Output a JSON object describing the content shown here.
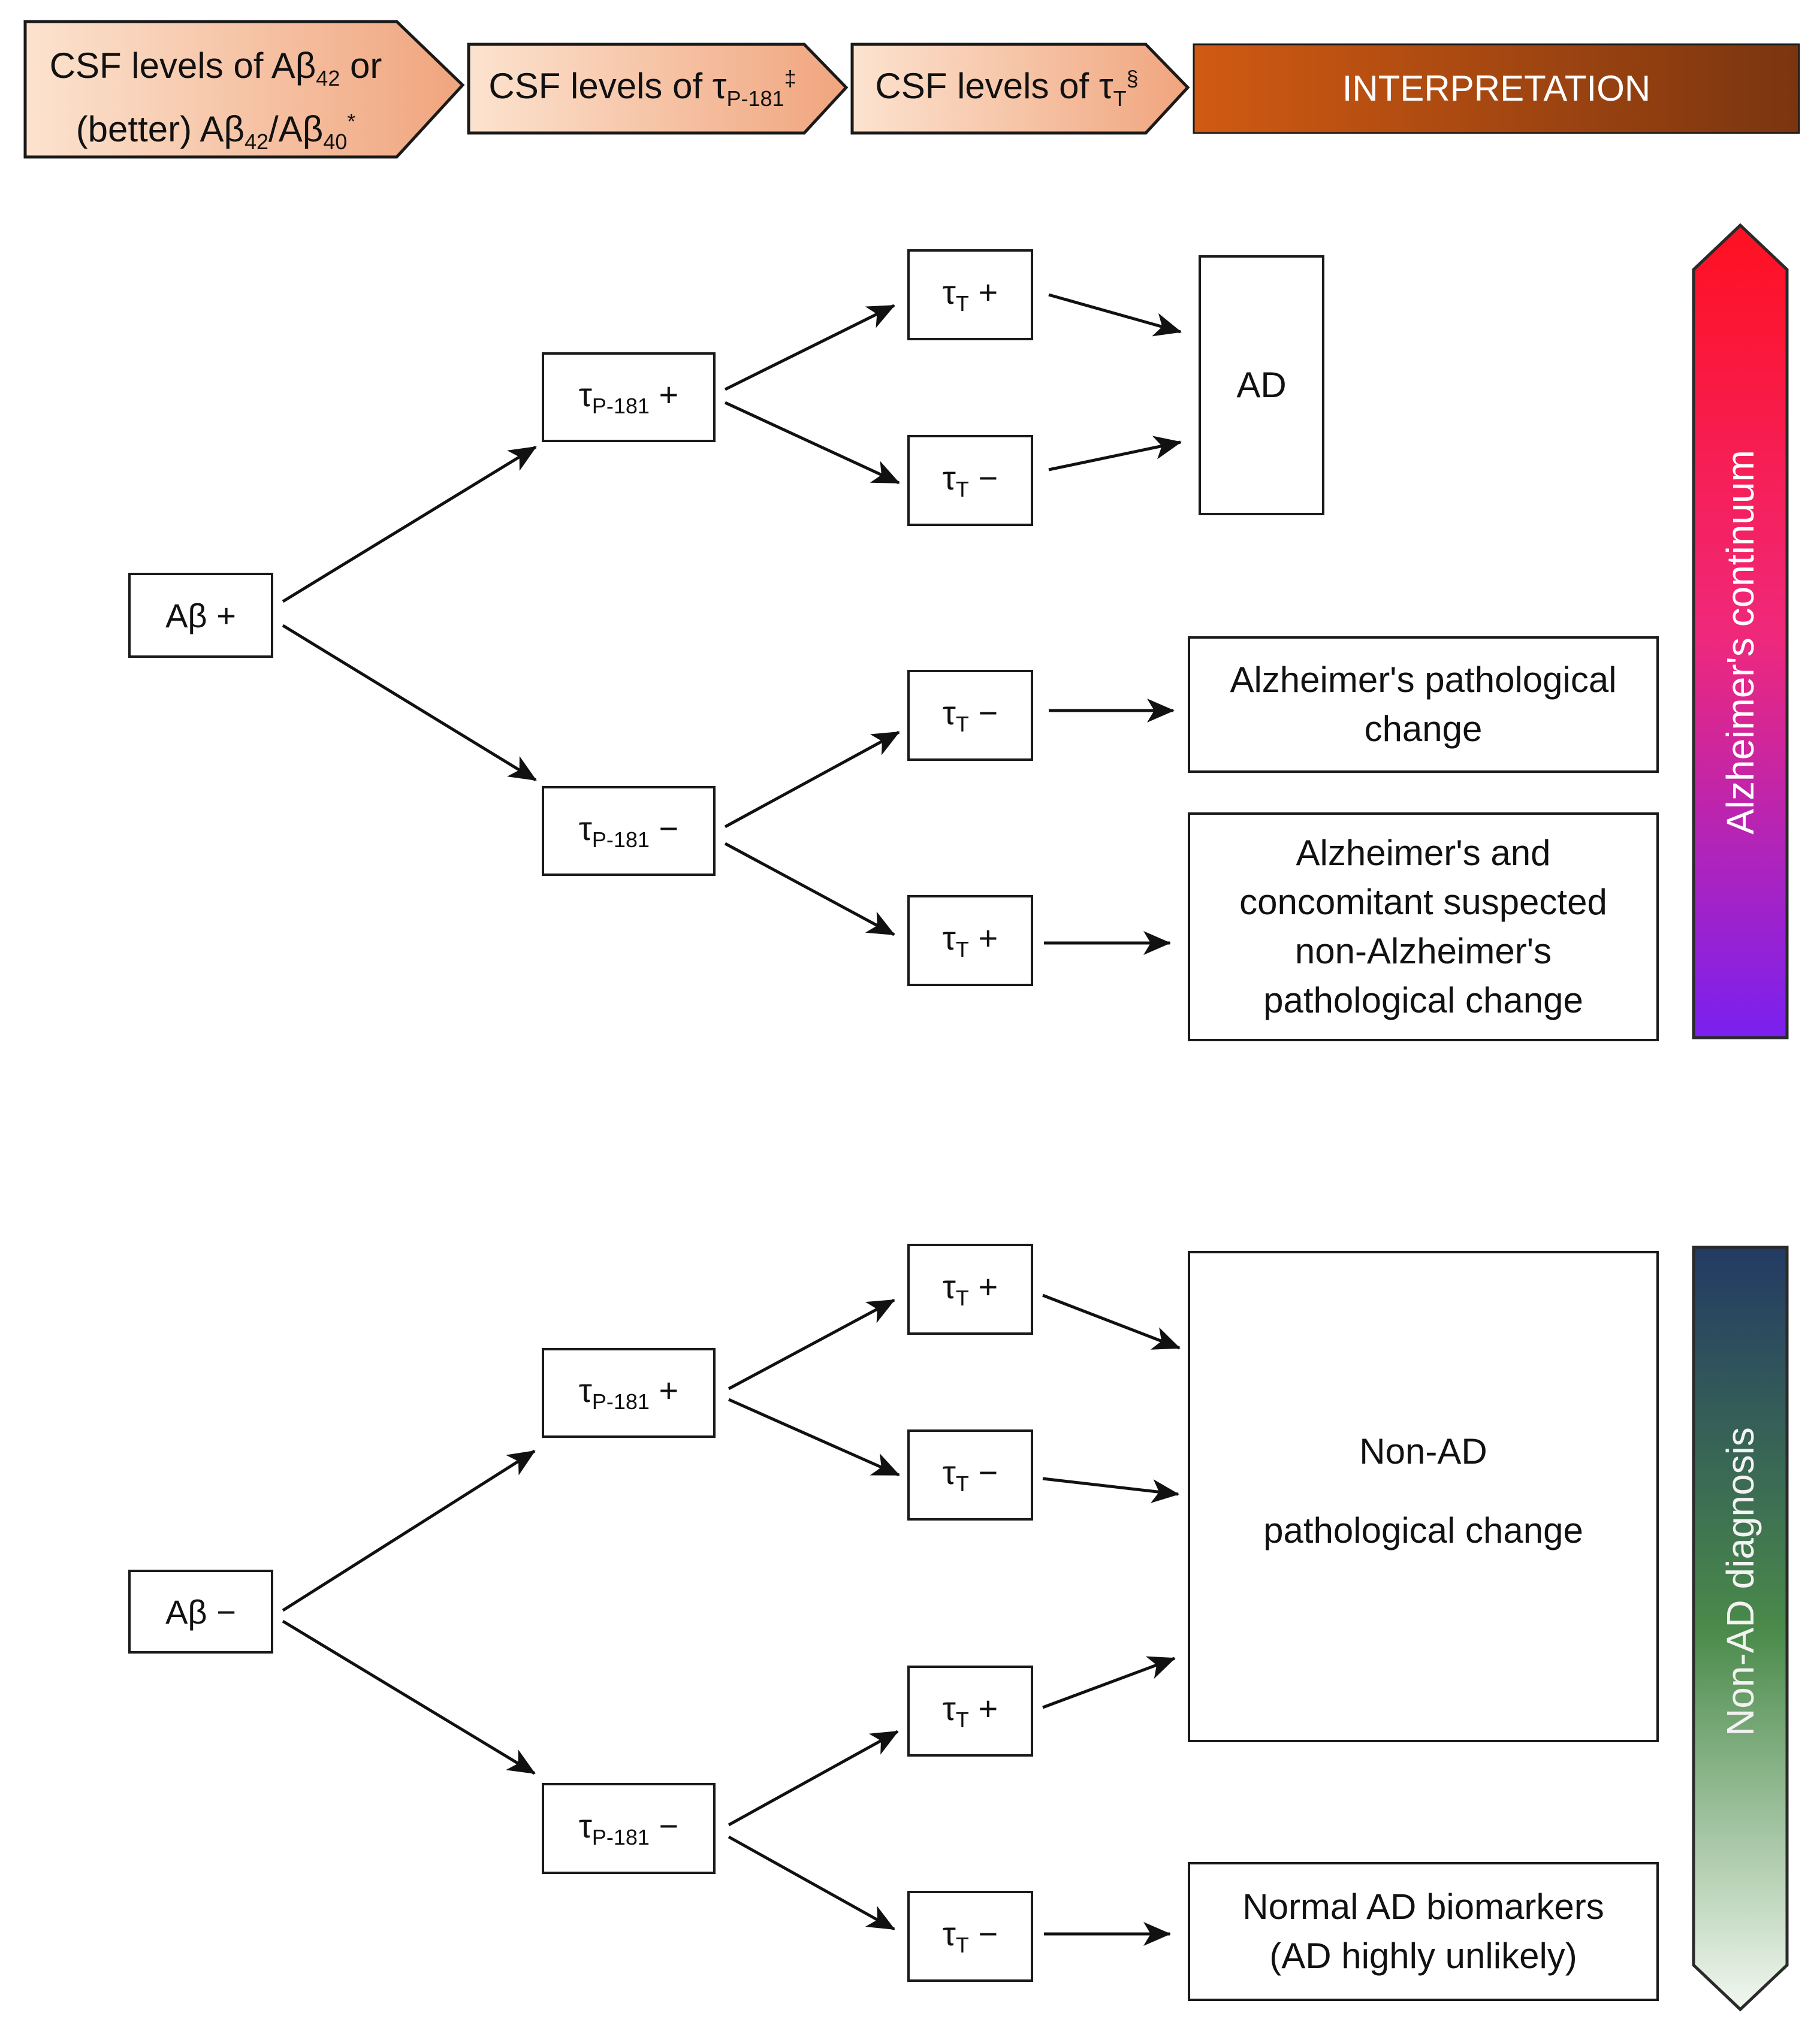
{
  "header": {
    "step1_line1": "CSF levels of Aβ",
    "step1_line1_sub": "42",
    "step1_line1_tail": " or",
    "step1_line2a": "(better) Aβ",
    "step1_line2_sub1": "42",
    "step1_line2b": "/Aβ",
    "step1_line2_sub2": "40",
    "step1_line2_sup": "*",
    "step2_text": "CSF levels of τ",
    "step2_sub": "P-181",
    "step2_sup": "‡",
    "step3_text": "CSF levels of τ",
    "step3_sub": "T",
    "step3_sup": "§",
    "step4_text": "INTERPRETATION"
  },
  "nodes": {
    "ab_pos": "Aβ +",
    "ab_neg": "Aβ −",
    "tp_main": "τ",
    "tp_sub": "P-181",
    "tp_plus": " +",
    "tp_minus": " −",
    "tt_main": "τ",
    "tt_sub": "T",
    "tt_plus": " +",
    "tt_minus": " −"
  },
  "outcomes": {
    "ad": "AD",
    "apc_1": "Alzheimer's pathological",
    "apc_2": "change",
    "conc_1": "Alzheimer's and",
    "conc_2": "concomitant suspected",
    "conc_3": "non-Alzheimer's",
    "conc_4": "pathological change",
    "nonad_1": "Non-AD",
    "nonad_2": "pathological change",
    "normal_1": "Normal AD biomarkers",
    "normal_2": "(AD highly unlikely)"
  },
  "side_labels": {
    "continuum": "Alzheimer's continuum",
    "non_ad": "Non-AD diagnosis"
  },
  "colors": {
    "header_light_start": "#fce3cf",
    "header_light_end": "#f0a57e",
    "header_dark_start": "#d15a12",
    "header_dark_end": "#7a3510",
    "continuum_top": "#ff1020",
    "continuum_mid": "#f0287a",
    "continuum_bottom": "#7a20f0",
    "non_ad_top": "#233a63",
    "non_ad_mid": "#4a8a4a",
    "non_ad_bottom": "#f2f8f0"
  }
}
